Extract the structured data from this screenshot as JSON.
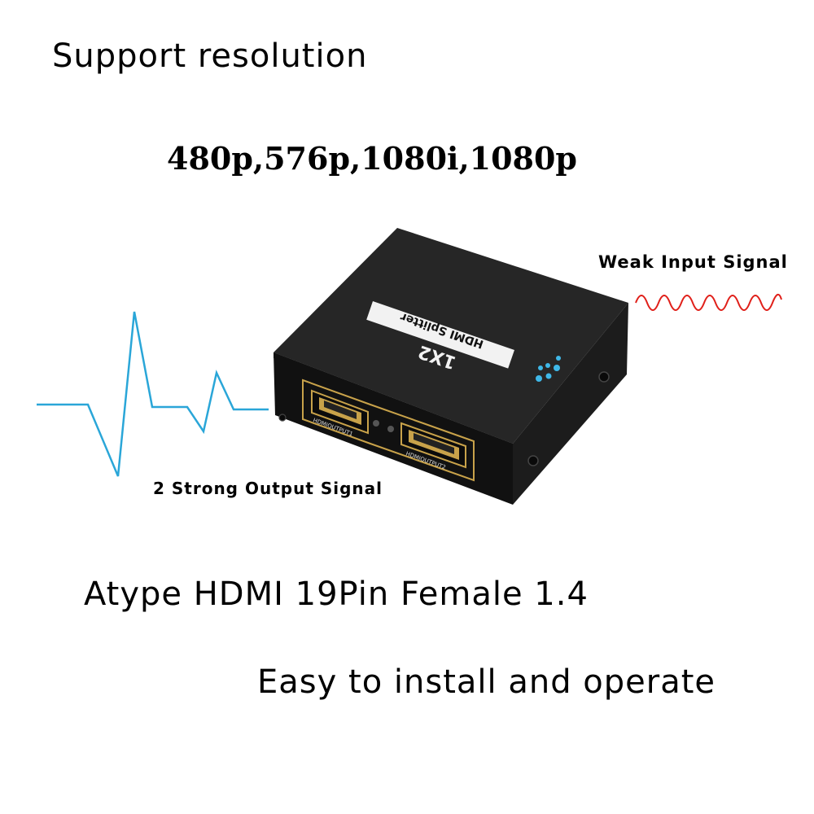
{
  "headline": "Support resolution",
  "resolutions": "480p,576p,1080i,1080p",
  "input_label": "Weak Input Signal",
  "output_label": "2 Strong Output Signal",
  "connector": "Atype HDMI 19Pin Female 1.4",
  "ease": "Easy to install and operate",
  "device": {
    "model_text": "1X2",
    "name_text": "HDMI Splitter",
    "port1_label": "HDMIOUTPUT1",
    "port2_label": "HDMIOUTPUT2"
  },
  "colors": {
    "input_wave": "#e0201a",
    "output_wave": "#2aa6d8",
    "device_body": "#1a1a1a",
    "port_gold": "#c8a24a",
    "accent_dots": "#3fb8e8"
  }
}
